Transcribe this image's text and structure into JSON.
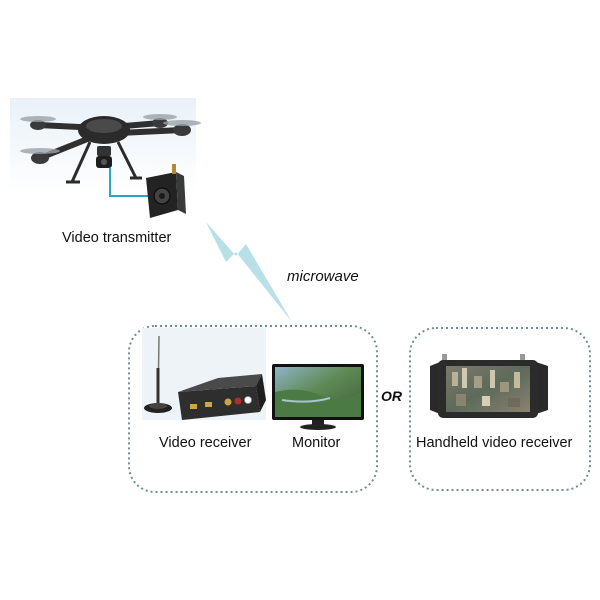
{
  "labels": {
    "video_transmitter": "Video transmitter",
    "microwave": "microwave",
    "video_receiver": "Video receiver",
    "monitor": "Monitor",
    "or": "OR",
    "handheld_video_receiver": "Handheld video receiver"
  },
  "icons": {
    "drone": "drone-icon",
    "transmitter": "video-transmitter-icon",
    "signal": "lightning-signal-icon",
    "antenna": "antenna-icon",
    "receiver": "video-receiver-box-icon",
    "monitor": "monitor-icon",
    "handheld": "handheld-receiver-icon"
  },
  "colors": {
    "signal_bolt": "#b9e0e6",
    "group_border": "#6f8f92",
    "cable": "#2aa6c8",
    "device_dark": "#2b2b2b"
  }
}
